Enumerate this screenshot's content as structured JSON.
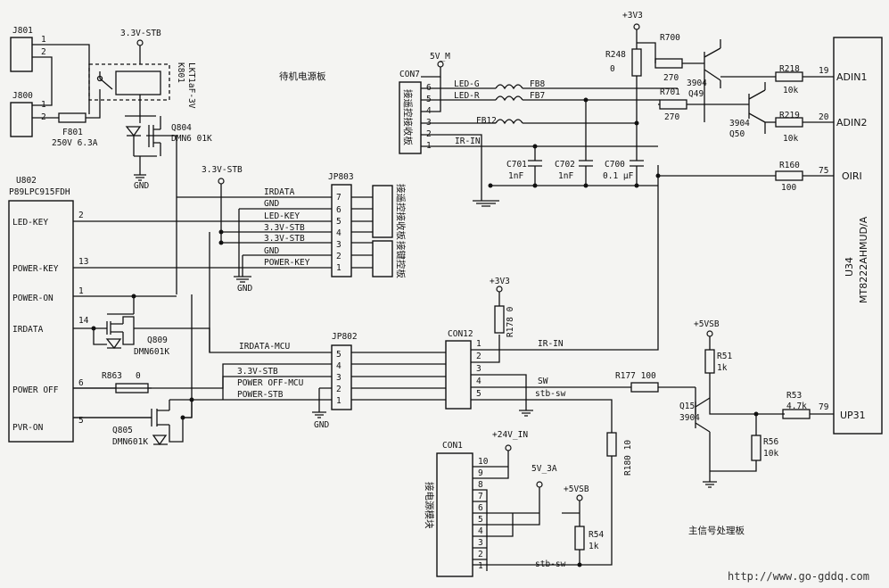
{
  "labels": {
    "j801": "J801",
    "j800": "J800",
    "p1": "1",
    "p2": "2",
    "stb_top": "3.3V-STB",
    "k801": "K801",
    "k801_model": "LKT1aF-3V",
    "f801": "F801",
    "f801_rating": "250V 6.3A",
    "q804": "Q804",
    "q804_model": "DMN6 01K",
    "gnd": "GND",
    "standby_board": "待机电源板",
    "u802": "U802",
    "u802_model": "P89LPC915FDH",
    "led_key": "LED-KEY",
    "power_key": "POWER-KEY",
    "power_on": "POWER-ON",
    "irdata": "IRDATA",
    "power_off": "POWER OFF",
    "pvr_on": "PVR-ON",
    "pin2": "2",
    "pin13": "13",
    "pin1": "1",
    "pin14": "14",
    "pin6": "6",
    "pin5": "5",
    "q809": "Q809",
    "q809_model": "DMN601K",
    "q805": "Q805",
    "q805_model": "DMN601K",
    "r863": "R863",
    "r863_val": "0",
    "stb_mid": "3.3V-STB",
    "jp803": "JP803",
    "jp803_irdata": "IRDATA",
    "jp803_gnd1": "GND",
    "jp803_ledkey": "LED-KEY",
    "jp803_stb1": "3.3V-STB",
    "jp803_stb2": "3.3V-STB",
    "jp803_gnd2": "GND",
    "jp803_powerkey": "POWER-KEY",
    "n7": "7",
    "n6": "6",
    "n5": "5",
    "n4": "4",
    "n3": "3",
    "n2": "2",
    "n1": "1",
    "to_remote_recv": "接遥控接收板",
    "to_key_board": "接键控板",
    "gnd_jp803": "GND",
    "jp802": "JP802",
    "irdata_mcu": "IRDATA-MCU",
    "jp802_stb": "3.3V-STB",
    "jp802_poweroff": "POWER OFF-MCU",
    "jp802_powerstb": "POWER-STB",
    "gnd_jp802": "GND",
    "con12": "CON12",
    "ir_in": "IR-IN",
    "sw": "SW",
    "stb_sw": "stb-sw",
    "v33_mid": "+3V3",
    "r178": "R178 0",
    "r177": "R177 100",
    "r180": "R180 10",
    "con1": "CON1",
    "v24": "+24V_IN",
    "v5_3a": "5V_3A",
    "v5vsb_con1": "+5VSB",
    "r54": "R54",
    "r54_val": "1k",
    "stb_sw_con1": "stb-sw",
    "to_power_module": "接电源模块",
    "n10": "10",
    "n9": "9",
    "n8": "8",
    "con7": "CON7",
    "v5m": "5V_M",
    "to_remote_recv2": "接遥控接收板",
    "led_g": "LED-G",
    "led_r": "LED-R",
    "fb8": "FB8",
    "fb7": "FB7",
    "fb12": "FB12",
    "ir_in_con7": "IR-IN",
    "c701": "C701",
    "c701_val": "1nF",
    "c702": "C702",
    "c702_val": "1nF",
    "c700": "C700",
    "c700_val": "0.1 µF",
    "v33_top": "+3V3",
    "r248": "R248",
    "r248_val": "0",
    "r700": "R700",
    "r700_val": "270",
    "r701": "R701",
    "r701_val": "270",
    "q49": "3904",
    "q49_name": "Q49",
    "q50": "3904",
    "q50_name": "Q50",
    "r218": "R218",
    "r218_val": "10k",
    "r219": "R219",
    "r219_val": "10k",
    "r160": "R160",
    "r160_val": "100",
    "pin19": "19",
    "pin20": "20",
    "pin75": "75",
    "pin79": "79",
    "adin1": "ADIN1",
    "adin2": "ADIN2",
    "oiri": "OIRI",
    "up31": "UP31",
    "u34": "U34",
    "u34_model": "MT8222AHMUD/A",
    "v5vsb": "+5VSB",
    "r51": "R51",
    "r51_val": "1k",
    "q15": "Q15",
    "q15_model": "3904",
    "r53": "R53",
    "r53_val": "4.7k",
    "r56": "R56",
    "r56_val": "10k",
    "main_board": "主信号处理板",
    "url": "http://www.go-gddq.com"
  }
}
